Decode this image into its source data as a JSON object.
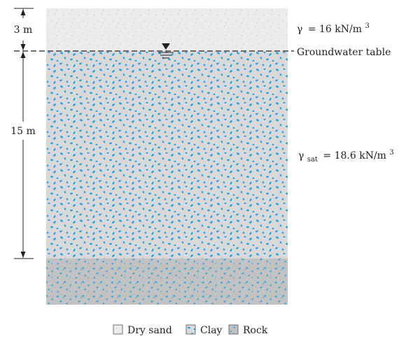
{
  "layers": [
    {
      "name": "Dry sand",
      "thickness": "3 m",
      "property": {
        "symbol": "γ",
        "subscript": "",
        "value": "= 16 kN/m",
        "exponent": "3"
      }
    },
    {
      "name": "Clay",
      "thickness": "15 m",
      "property": {
        "symbol": "γ",
        "subscript": "sat",
        "value": "= 18.6 kN/m",
        "exponent": "3"
      }
    },
    {
      "name": "Rock",
      "thickness": "",
      "property": null
    }
  ],
  "water_table": {
    "label": "Groundwater table"
  },
  "legend": [
    {
      "label": "Dry sand",
      "swatch": "dry-sand"
    },
    {
      "label": "Clay",
      "swatch": "clay"
    },
    {
      "label": "Rock",
      "swatch": "rock"
    }
  ],
  "colors": {
    "dry_sand_fill": "#ececec",
    "clay_fill": "#d9d9d9",
    "rock_fill": "#c2c2c2",
    "clay_grain": "#1aa3e8",
    "sand_grain": "#9fd4f2",
    "line": "#231f20"
  }
}
